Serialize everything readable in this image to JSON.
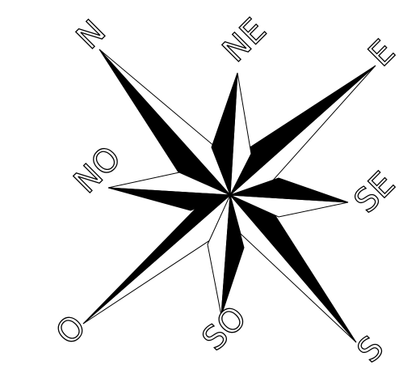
{
  "compass": {
    "labels": {
      "n": "N",
      "ne": "NE",
      "e": "E",
      "se": "SE",
      "s": "S",
      "so": "SO",
      "o": "O",
      "no": "NO"
    },
    "colors": {
      "ink": "#000000",
      "paper": "#ffffff"
    }
  }
}
